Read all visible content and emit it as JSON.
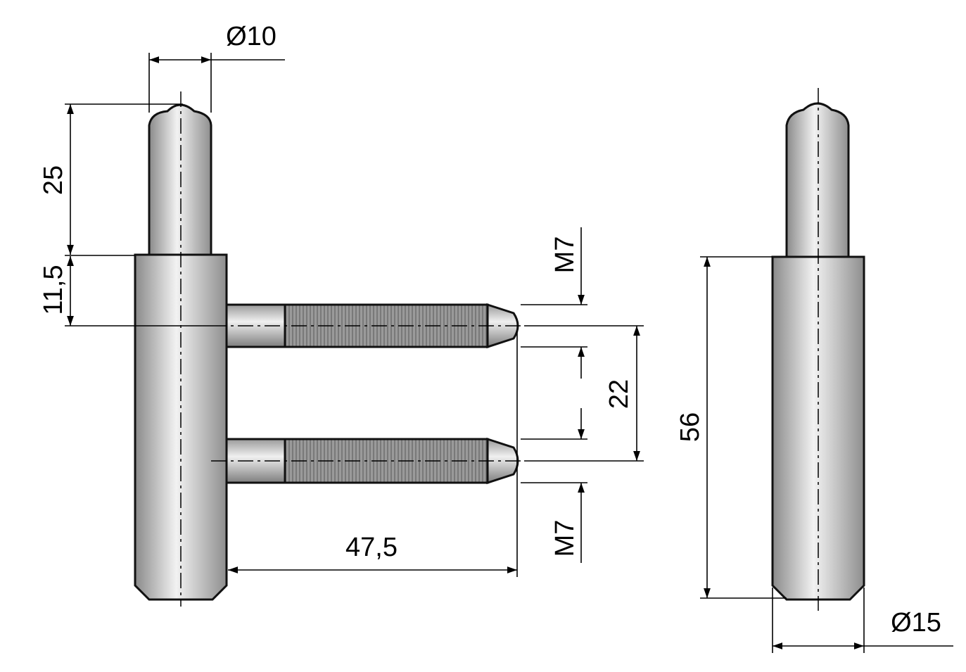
{
  "drawing": {
    "dimensions": {
      "pin_diameter": "Ø10",
      "pin_length": "25",
      "shoulder_to_bolt": "11,5",
      "thread_top": "M7",
      "bolt_spacing": "22",
      "thread_bottom": "M7",
      "bolt_length": "47,5",
      "barrel_length": "56",
      "barrel_diameter": "Ø15"
    },
    "colors": {
      "metal_dark": "#8a8a8a",
      "metal_light": "#f2f2f2",
      "thread": "#7a7a7a",
      "line": "#000000"
    }
  }
}
